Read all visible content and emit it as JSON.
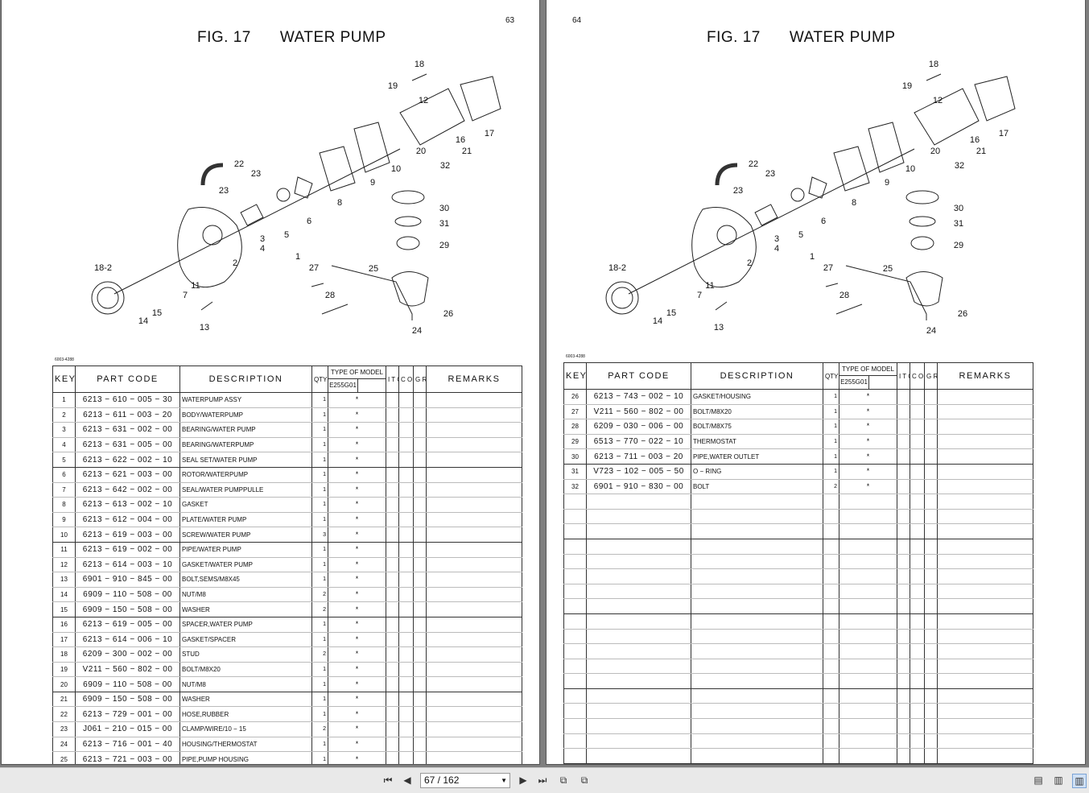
{
  "left_page": {
    "page_number": "63",
    "figure_number": "FIG. 17",
    "figure_title": "WATER PUMP",
    "doc_code": "6003-4288",
    "callouts": [
      "1",
      "2",
      "3",
      "4",
      "5",
      "6",
      "7",
      "8",
      "9",
      "10",
      "11",
      "12",
      "13",
      "14",
      "15",
      "16",
      "17",
      "18",
      "18-2",
      "19",
      "20",
      "21",
      "22",
      "23",
      "23",
      "24",
      "25",
      "26",
      "27",
      "28",
      "29",
      "30",
      "31",
      "32"
    ],
    "table": {
      "headers": {
        "key": "KEY",
        "part_code": "PART CODE",
        "description": "DESCRIPTION",
        "qty": "QTY",
        "type_of_model": "TYPE OF MODEL",
        "model": "E255G01",
        "itc": "I T C",
        "col": "C O L",
        "grp": "G R P",
        "remarks": "REMARKS"
      },
      "rows": [
        {
          "key": "1",
          "code": "6213 − 610 − 005 − 30",
          "desc": "WATERPUMP          ASSY",
          "qty": "1",
          "mark": "*"
        },
        {
          "key": "2",
          "code": "6213 − 611 − 003 − 20",
          "desc": "BODY/WATERPUMP",
          "qty": "1",
          "mark": "*"
        },
        {
          "key": "3",
          "code": "6213 − 631 − 002 − 00",
          "desc": "BEARING/WATER PUMP",
          "qty": "1",
          "mark": "*"
        },
        {
          "key": "4",
          "code": "6213 − 631 − 005 − 00",
          "desc": "BEARING/WATERPUMP",
          "qty": "1",
          "mark": "*"
        },
        {
          "key": "5",
          "code": "6213 − 622 − 002 − 10",
          "desc": "SEAL SET/WATER PUMP",
          "qty": "1",
          "mark": "*"
        },
        {
          "key": "6",
          "code": "6213 − 621 − 003 − 00",
          "desc": "ROTOR/WATERPUMP",
          "qty": "1",
          "mark": "*"
        },
        {
          "key": "7",
          "code": "6213 − 642 − 002 − 00",
          "desc": "SEAL/WATER PUMPPULLE",
          "qty": "1",
          "mark": "*"
        },
        {
          "key": "8",
          "code": "6213 − 613 − 002 − 10",
          "desc": "GASKET",
          "qty": "1",
          "mark": "*"
        },
        {
          "key": "9",
          "code": "6213 − 612 − 004 − 00",
          "desc": "PLATE/WATER PUMP",
          "qty": "1",
          "mark": "*"
        },
        {
          "key": "10",
          "code": "6213 − 619 − 003 − 00",
          "desc": "SCREW/WATER PUMP",
          "qty": "3",
          "mark": "*"
        },
        {
          "key": "11",
          "code": "6213 − 619 − 002 − 00",
          "desc": "PIPE/WATER PUMP",
          "qty": "1",
          "mark": "*"
        },
        {
          "key": "12",
          "code": "6213 − 614 − 003 − 10",
          "desc": "GASKET/WATER PUMP",
          "qty": "1",
          "mark": "*"
        },
        {
          "key": "13",
          "code": "6901 − 910 − 845 − 00",
          "desc": "BOLT,SEMS/M8X45",
          "qty": "1",
          "mark": "*"
        },
        {
          "key": "14",
          "code": "6909 − 110 − 508 − 00",
          "desc": "NUT/M8",
          "qty": "2",
          "mark": "*"
        },
        {
          "key": "15",
          "code": "6909 − 150 − 508 − 00",
          "desc": "WASHER",
          "qty": "2",
          "mark": "*"
        },
        {
          "key": "16",
          "code": "6213 − 619 − 005 − 00",
          "desc": "SPACER,WATER PUMP",
          "qty": "1",
          "mark": "*"
        },
        {
          "key": "17",
          "code": "6213 − 614 − 006 − 10",
          "desc": "GASKET/SPACER",
          "qty": "1",
          "mark": "*"
        },
        {
          "key": "18",
          "code": "6209 − 300 − 002 − 00",
          "desc": "STUD",
          "qty": "2",
          "mark": "*"
        },
        {
          "key": "19",
          "code": "V211 − 560 − 802 − 00",
          "desc": "BOLT/M8X20",
          "qty": "1",
          "mark": "*"
        },
        {
          "key": "20",
          "code": "6909 − 110 − 508 − 00",
          "desc": "NUT/M8",
          "qty": "1",
          "mark": "*"
        },
        {
          "key": "21",
          "code": "6909 − 150 − 508 − 00",
          "desc": "WASHER",
          "qty": "1",
          "mark": "*"
        },
        {
          "key": "22",
          "code": "6213 − 729 − 001 − 00",
          "desc": "HOSE,RUBBER",
          "qty": "1",
          "mark": "*"
        },
        {
          "key": "23",
          "code": "J061 − 210 − 015 − 00",
          "desc": "CLAMP/WIRE/10 − 15",
          "qty": "2",
          "mark": "*"
        },
        {
          "key": "24",
          "code": "6213 − 716 − 001 − 40",
          "desc": "HOUSING/THERMOSTAT",
          "qty": "1",
          "mark": "*"
        },
        {
          "key": "25",
          "code": "6213 − 721 − 003 − 00",
          "desc": "PIPE,PUMP HOUSING",
          "qty": "1",
          "mark": "*"
        }
      ]
    }
  },
  "right_page": {
    "page_number": "64",
    "figure_number": "FIG. 17",
    "figure_title": "WATER PUMP",
    "doc_code": "6003-4288",
    "callouts": [
      "1",
      "2",
      "3",
      "4",
      "5",
      "6",
      "7",
      "8",
      "9",
      "10",
      "11",
      "12",
      "13",
      "14",
      "15",
      "16",
      "17",
      "18",
      "18-2",
      "19",
      "20",
      "21",
      "22",
      "23",
      "23",
      "24",
      "25",
      "26",
      "27",
      "28",
      "29",
      "30",
      "31",
      "32"
    ],
    "table": {
      "headers": {
        "key": "KEY",
        "part_code": "PART CODE",
        "description": "DESCRIPTION",
        "qty": "QTY",
        "type_of_model": "TYPE OF MODEL",
        "model": "E255G01",
        "itc": "I T C",
        "col": "C O L",
        "grp": "G R P",
        "remarks": "REMARKS"
      },
      "rows": [
        {
          "key": "26",
          "code": "6213 − 743 − 002 − 10",
          "desc": "GASKET/HOUSING",
          "qty": "1",
          "mark": "*"
        },
        {
          "key": "27",
          "code": "V211 − 560 − 802 − 00",
          "desc": "BOLT/M8X20",
          "qty": "1",
          "mark": "*"
        },
        {
          "key": "28",
          "code": "6209 − 030 − 006 − 00",
          "desc": "BOLT/M8X75",
          "qty": "1",
          "mark": "*"
        },
        {
          "key": "29",
          "code": "6513 − 770 − 022 − 10",
          "desc": "THERMOSTAT",
          "qty": "1",
          "mark": "*"
        },
        {
          "key": "30",
          "code": "6213 − 711 − 003 − 20",
          "desc": "PIPE,WATER OUTLET",
          "qty": "1",
          "mark": "*"
        },
        {
          "key": "31",
          "code": "V723 − 102 − 005 − 50",
          "desc": "O − RING",
          "qty": "1",
          "mark": "*"
        },
        {
          "key": "32",
          "code": "6901 − 910 − 830 − 00",
          "desc": "BOLT",
          "qty": "2",
          "mark": "*"
        }
      ]
    }
  },
  "toolbar": {
    "page_indicator": "67 / 162",
    "icons": [
      "first-page-icon",
      "prev-page-icon",
      "next-page-icon",
      "last-page-icon",
      "back-view-icon",
      "forward-view-icon",
      "single-page-icon",
      "continuous-icon",
      "two-page-icon"
    ]
  }
}
